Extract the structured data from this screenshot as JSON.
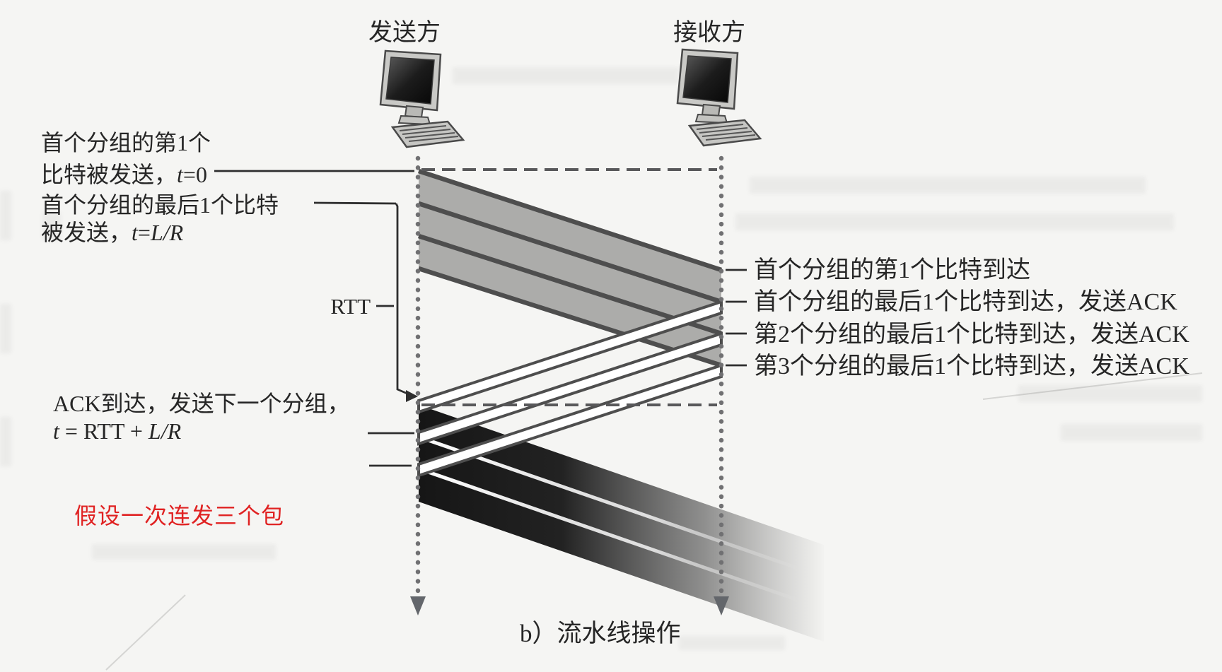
{
  "figure": {
    "sender": {
      "label": "发送方"
    },
    "receiver": {
      "label": "接收方"
    },
    "left_annotations": {
      "first_bit_sent_line1": "首个分组的第1个",
      "first_bit_sent_line2_prefix": "比特被发送，",
      "first_bit_sent_time_var": "t",
      "first_bit_sent_time_rest": "=0",
      "last_bit_sent_line1": "首个分组的最后1个比特",
      "last_bit_sent_line2_prefix": "被发送，",
      "last_bit_sent_time_var": "t",
      "last_bit_sent_time_eq": "=",
      "last_bit_sent_time_frac": "L/R",
      "rtt_label": "RTT",
      "ack_arrival_line1": "ACK到达，发送下一个分组，",
      "ack_time_var": "t",
      "ack_time_mid": " = RTT + ",
      "ack_time_frac": "L/R"
    },
    "right_annotations": [
      {
        "label": "首个分组的第1个比特到达"
      },
      {
        "label": "首个分组的最后1个比特到达，发送ACK"
      },
      {
        "label": "第2个分组的最后1个比特到达，发送ACK"
      },
      {
        "label": "第3个分组的最后1个比特到达，发送ACK"
      }
    ],
    "note": {
      "text": "假设一次连发三个包",
      "color": "#e02222"
    },
    "caption": "b）流水线操作",
    "colors": {
      "background": "#f5f5f3",
      "packet_band_fill": "#acacaa",
      "band_edge": "#4e4e4e",
      "ack_band_fill": "#ffffff",
      "dark_burst": "#161616",
      "timeline_dot": "#707072",
      "dashed_line": "#58585a",
      "pointer_line": "#2e2e2e",
      "text": "#262626",
      "note_red": "#e02222"
    }
  }
}
